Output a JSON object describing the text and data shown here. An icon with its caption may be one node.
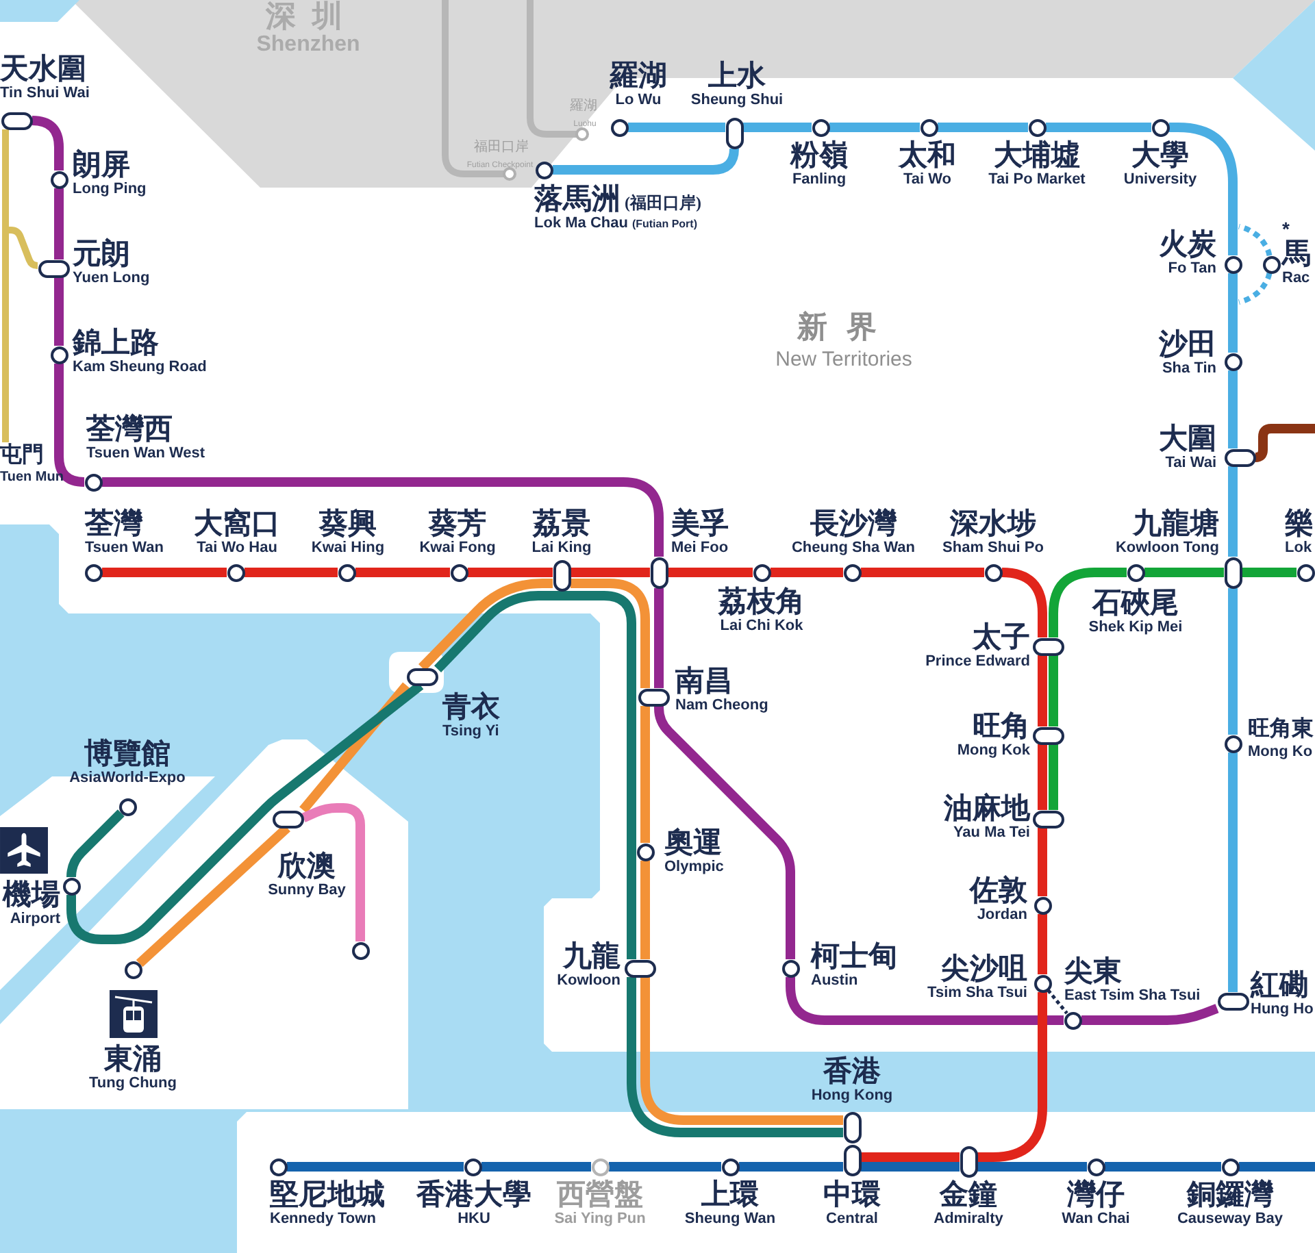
{
  "diagram": {
    "nodes": [
      {
        "text": [],
        "shape": "capsule",
        "beside": [
          "天水圍",
          "Tin Shui Wai"
        ]
      },
      {
        "text": [],
        "shape": "circle",
        "beside": [
          "羅湖",
          "Lo Wu"
        ]
      },
      {
        "text": [],
        "shape": "capsule",
        "beside": [
          "上水",
          "Sheung Shui"
        ]
      },
      {
        "text": [],
        "shape": "circle",
        "beside": [
          "粉嶺",
          "Fanling"
        ]
      },
      {
        "text": [],
        "shape": "circle",
        "beside": [
          "太和",
          "Tai Wo"
        ]
      },
      {
        "text": [],
        "shape": "circle",
        "beside": [
          "大埔墟",
          "Tai Po Market"
        ]
      },
      {
        "text": [],
        "shape": "circle",
        "beside": [
          "大學",
          "University"
        ]
      },
      {
        "text": [],
        "shape": "circle",
        "beside": [
          "朗屏",
          "Long Ping"
        ]
      },
      {
        "text": [],
        "shape": "circle",
        "beside": [
          "落馬洲",
          "(福田口岸)",
          "Lok Ma Chau",
          "(Futian Port)"
        ]
      },
      {
        "text": [],
        "shape": "circle",
        "beside": [
          "火炭",
          "Fo Tan"
        ]
      },
      {
        "text": [],
        "shape": "circle",
        "beside": [
          "*",
          "馬",
          "Rac"
        ]
      },
      {
        "text": [],
        "shape": "capsule",
        "beside": [
          "元朗",
          "Yuen Long"
        ]
      },
      {
        "text": [],
        "shape": "circle",
        "beside": [
          "錦上路",
          "Kam Sheung Road"
        ]
      },
      {
        "text": [],
        "shape": "circle",
        "beside": [
          "沙田",
          "Sha Tin"
        ]
      },
      {
        "text": [],
        "shape": "circle",
        "beside": [
          "荃灣西",
          "Tsuen Wan West"
        ]
      },
      {
        "text": [
          "屯門",
          "Tuen Mun"
        ]
      },
      {
        "text": [],
        "shape": "capsule",
        "beside": [
          "大圍",
          "Tai Wai"
        ]
      },
      {
        "text": [],
        "shape": "circle",
        "beside": [
          "荃灣",
          "Tsuen Wan"
        ]
      },
      {
        "text": [],
        "shape": "circle",
        "beside": [
          "大窩口",
          "Tai Wo Hau"
        ]
      },
      {
        "text": [],
        "shape": "circle",
        "beside": [
          "葵興",
          "Kwai Hing"
        ]
      },
      {
        "text": [],
        "shape": "circle",
        "beside": [
          "葵芳",
          "Kwai Fong"
        ]
      },
      {
        "text": [],
        "shape": "capsule",
        "beside": [
          "荔景",
          "Lai King"
        ]
      },
      {
        "text": [],
        "shape": "capsule",
        "beside": [
          "美孚",
          "Mei Foo"
        ]
      },
      {
        "text": [],
        "shape": "circle",
        "beside": [
          "荔枝角",
          "Lai Chi Kok"
        ]
      },
      {
        "text": [],
        "shape": "circle",
        "beside": [
          "長沙灣",
          "Cheung Sha Wan"
        ]
      },
      {
        "text": [],
        "shape": "circle",
        "beside": [
          "深水埗",
          "Sham Shui Po"
        ]
      },
      {
        "text": [],
        "shape": "capsule",
        "beside": [
          "九龍塘",
          "Kowloon Tong"
        ]
      },
      {
        "text": [],
        "shape": "circle",
        "beside": [
          "石硤尾",
          "Shek Kip Mei"
        ]
      },
      {
        "text": [],
        "shape": "circle",
        "beside": [
          "樂",
          "Lok"
        ]
      },
      {
        "text": [],
        "shape": "capsule",
        "beside": [
          "太子",
          "Prince Edward"
        ]
      },
      {
        "text": [],
        "shape": "capsule",
        "beside": [
          "青衣",
          "Tsing Yi"
        ]
      },
      {
        "text": [],
        "shape": "capsule",
        "beside": [
          "南昌",
          "Nam Cheong"
        ]
      },
      {
        "text": [],
        "shape": "capsule",
        "beside": [
          "旺角",
          "Mong Kok"
        ]
      },
      {
        "text": [],
        "shape": "circle",
        "beside": [
          "旺角東",
          "Mong Ko"
        ]
      },
      {
        "text": [],
        "shape": "circle",
        "beside": [
          "博覽館",
          "AsiaWorld-Expo"
        ]
      },
      {
        "text": [],
        "shape": "capsule",
        "beside": [
          "油麻地",
          "Yau Ma Tei"
        ]
      },
      {
        "text": [],
        "shape": "capsule",
        "beside": [
          "欣澳",
          "Sunny Bay"
        ]
      },
      {
        "text": [],
        "shape": "circle",
        "beside": [
          "奧運",
          "Olympic"
        ]
      },
      {
        "text": [],
        "shape": "circle",
        "beside": [
          "機場",
          "Airport"
        ]
      },
      {
        "text": [],
        "shape": "circle",
        "beside": [
          "佐敦",
          "Jordan"
        ]
      },
      {
        "text": [],
        "shape": "circle"
      },
      {
        "text": [],
        "shape": "circle",
        "beside": [
          "柯士甸",
          "Austin"
        ]
      },
      {
        "text": [],
        "shape": "capsule",
        "beside": [
          "九龍",
          "Kowloon"
        ]
      },
      {
        "text": [],
        "shape": "circle",
        "beside": [
          "東涌",
          "Tung Chung"
        ]
      },
      {
        "text": [],
        "shape": "circle",
        "beside": [
          "尖沙咀",
          "Tsim Sha Tsui"
        ]
      },
      {
        "text": [],
        "shape": "circle",
        "beside": [
          "尖東",
          "East Tsim Sha Tsui"
        ]
      },
      {
        "text": [],
        "shape": "capsule",
        "beside": [
          "紅磡",
          "Hung Ho"
        ]
      },
      {
        "text": [],
        "shape": "capsule",
        "beside": [
          "香港",
          "Hong Kong"
        ]
      },
      {
        "text": [],
        "shape": "circle",
        "beside": [
          "堅尼地城",
          "Kennedy Town"
        ]
      },
      {
        "text": [],
        "shape": "circle",
        "beside": [
          "香港大學",
          "HKU"
        ]
      },
      {
        "text": [],
        "shape": "circle",
        "beside": [
          "西營盤",
          "Sai Ying Pun"
        ]
      },
      {
        "text": [],
        "shape": "circle",
        "beside": [
          "上環",
          "Sheung Wan"
        ]
      },
      {
        "text": [],
        "shape": "capsule",
        "beside": [
          "中環",
          "Central"
        ]
      },
      {
        "text": [],
        "shape": "capsule",
        "beside": [
          "金鐘",
          "Admiralty"
        ]
      },
      {
        "text": [],
        "shape": "circle",
        "beside": [
          "灣仔",
          "Wan Chai"
        ]
      },
      {
        "text": [],
        "shape": "circle",
        "beside": [
          "銅鑼灣",
          "Causeway Bay"
        ]
      }
    ],
    "edges": [
      {
        "from": 0,
        "to": 7,
        "arrow": "none",
        "color": "#93278f"
      },
      {
        "from": 7,
        "to": 11,
        "arrow": "none",
        "color": "#93278f"
      },
      {
        "from": 11,
        "to": 12,
        "arrow": "none",
        "color": "#93278f"
      },
      {
        "from": 12,
        "to": 14,
        "arrow": "none",
        "color": "#93278f"
      },
      {
        "from": 14,
        "to": 22,
        "arrow": "none",
        "color": "#93278f"
      },
      {
        "from": 22,
        "to": 31,
        "arrow": "none",
        "color": "#93278f"
      },
      {
        "from": 31,
        "to": 41,
        "arrow": "none",
        "color": "#93278f"
      },
      {
        "from": 41,
        "to": 45,
        "arrow": "none",
        "color": "#93278f"
      },
      {
        "from": 45,
        "to": 46,
        "arrow": "none",
        "color": "#93278f"
      },
      {
        "from": 0,
        "to": 11,
        "arrow": "none",
        "color": "#d8be5c"
      },
      {
        "from": 0,
        "to": 15,
        "arrow": "none",
        "color": "#d8be5c"
      },
      {
        "from": 1,
        "to": 2,
        "arrow": "none",
        "color": "#4aaee3"
      },
      {
        "from": 8,
        "to": 2,
        "arrow": "none",
        "color": "#4aaee3"
      },
      {
        "from": 2,
        "to": 3,
        "arrow": "none",
        "color": "#4aaee3"
      },
      {
        "from": 3,
        "to": 4,
        "arrow": "none",
        "color": "#4aaee3"
      },
      {
        "from": 4,
        "to": 5,
        "arrow": "none",
        "color": "#4aaee3"
      },
      {
        "from": 5,
        "to": 6,
        "arrow": "none",
        "color": "#4aaee3"
      },
      {
        "from": 6,
        "to": 9,
        "arrow": "none",
        "color": "#4aaee3"
      },
      {
        "from": 10,
        "to": null,
        "arrow": "none",
        "style": "dashed",
        "color": "#4aaee3"
      },
      {
        "from": 10,
        "to": null,
        "arrow": "none",
        "style": "dashed",
        "color": "#4aaee3"
      },
      {
        "from": 9,
        "to": 13,
        "arrow": "none",
        "color": "#4aaee3"
      },
      {
        "from": 13,
        "to": 16,
        "arrow": "none",
        "color": "#4aaee3"
      },
      {
        "from": 16,
        "to": 26,
        "arrow": "none",
        "color": "#4aaee3"
      },
      {
        "from": 26,
        "to": 33,
        "arrow": "none",
        "color": "#4aaee3"
      },
      {
        "from": 33,
        "to": 46,
        "arrow": "none",
        "color": "#4aaee3"
      },
      {
        "from": 16,
        "to": null,
        "arrow": "none",
        "color": "#8a3414"
      },
      {
        "from": 17,
        "to": 18,
        "arrow": "none"
      },
      {
        "from": 18,
        "to": 19,
        "arrow": "none"
      },
      {
        "from": 19,
        "to": 20,
        "arrow": "none"
      },
      {
        "from": 20,
        "to": 21,
        "arrow": "none"
      },
      {
        "from": 21,
        "to": 22,
        "arrow": "none"
      },
      {
        "from": 22,
        "to": 23,
        "arrow": "none"
      },
      {
        "from": 23,
        "to": 24,
        "arrow": "none"
      },
      {
        "from": 24,
        "to": 25,
        "arrow": "none"
      },
      {
        "from": 25,
        "to": 29,
        "arrow": "none"
      },
      {
        "from": 29,
        "to": 32,
        "arrow": "none"
      },
      {
        "from": 32,
        "to": 35,
        "arrow": "none"
      },
      {
        "from": 35,
        "to": 39,
        "arrow": "none"
      },
      {
        "from": 39,
        "to": 44,
        "arrow": "none"
      },
      {
        "from": 44,
        "to": 53,
        "arrow": "none"
      },
      {
        "from": 53,
        "to": 52,
        "arrow": "none"
      },
      {
        "from": 35,
        "to": 32,
        "arrow": "none",
        "color": "#13a538"
      },
      {
        "from": 32,
        "to": 29,
        "arrow": "none",
        "color": "#13a538"
      },
      {
        "from": 29,
        "to": 27,
        "arrow": "none",
        "color": "#13a538"
      },
      {
        "from": 27,
        "to": 26,
        "arrow": "none",
        "color": "#13a538"
      },
      {
        "from": 26,
        "to": 28,
        "arrow": "none",
        "color": "#13a538"
      },
      {
        "from": 43,
        "to": 36,
        "arrow": "none",
        "color": "#f39237"
      },
      {
        "from": 36,
        "to": 30,
        "arrow": "none",
        "color": "#f39237"
      },
      {
        "from": 30,
        "to": 21,
        "arrow": "none",
        "color": "#f39237"
      },
      {
        "from": 21,
        "to": 31,
        "arrow": "none",
        "color": "#f39237"
      },
      {
        "from": 31,
        "to": 37,
        "arrow": "none",
        "color": "#f39237"
      },
      {
        "from": 37,
        "to": 42,
        "arrow": "none",
        "color": "#f39237"
      },
      {
        "from": 42,
        "to": 47,
        "arrow": "none",
        "color": "#f39237"
      },
      {
        "from": 34,
        "to": 38,
        "arrow": "none",
        "color": "#17786f"
      },
      {
        "from": 38,
        "to": 30,
        "arrow": "none",
        "color": "#17786f"
      },
      {
        "from": 30,
        "to": 42,
        "arrow": "none",
        "color": "#17786f"
      },
      {
        "from": 42,
        "to": 47,
        "arrow": "none",
        "color": "#17786f"
      },
      {
        "from": 36,
        "to": 40,
        "arrow": "none",
        "color": "#e97cb8"
      },
      {
        "from": 48,
        "to": 49,
        "arrow": "none",
        "color": "#1563ad"
      },
      {
        "from": 49,
        "to": 50,
        "arrow": "none",
        "color": "#1563ad"
      },
      {
        "from": 50,
        "to": 51,
        "arrow": "none",
        "color": "#1563ad"
      },
      {
        "from": 51,
        "to": 52,
        "arrow": "none",
        "color": "#1563ad"
      },
      {
        "from": 52,
        "to": 53,
        "arrow": "none",
        "color": "#1563ad"
      },
      {
        "from": 53,
        "to": 54,
        "arrow": "none",
        "color": "#1563ad"
      },
      {
        "from": 54,
        "to": 55,
        "arrow": "none",
        "color": "#1563ad"
      },
      {
        "from": 55,
        "to": null,
        "arrow": "none",
        "color": "#1563ad"
      },
      {
        "from": 44,
        "to": 45,
        "arrow": "none",
        "style": "dashed",
        "color": "#1d2c4f"
      }
    ],
    "labels": [
      "深圳",
      "Shenzhen",
      "羅湖",
      "Luohu",
      "福田口岸",
      "Futian Checkpoint",
      "新界",
      "New Territories"
    ]
  }
}
